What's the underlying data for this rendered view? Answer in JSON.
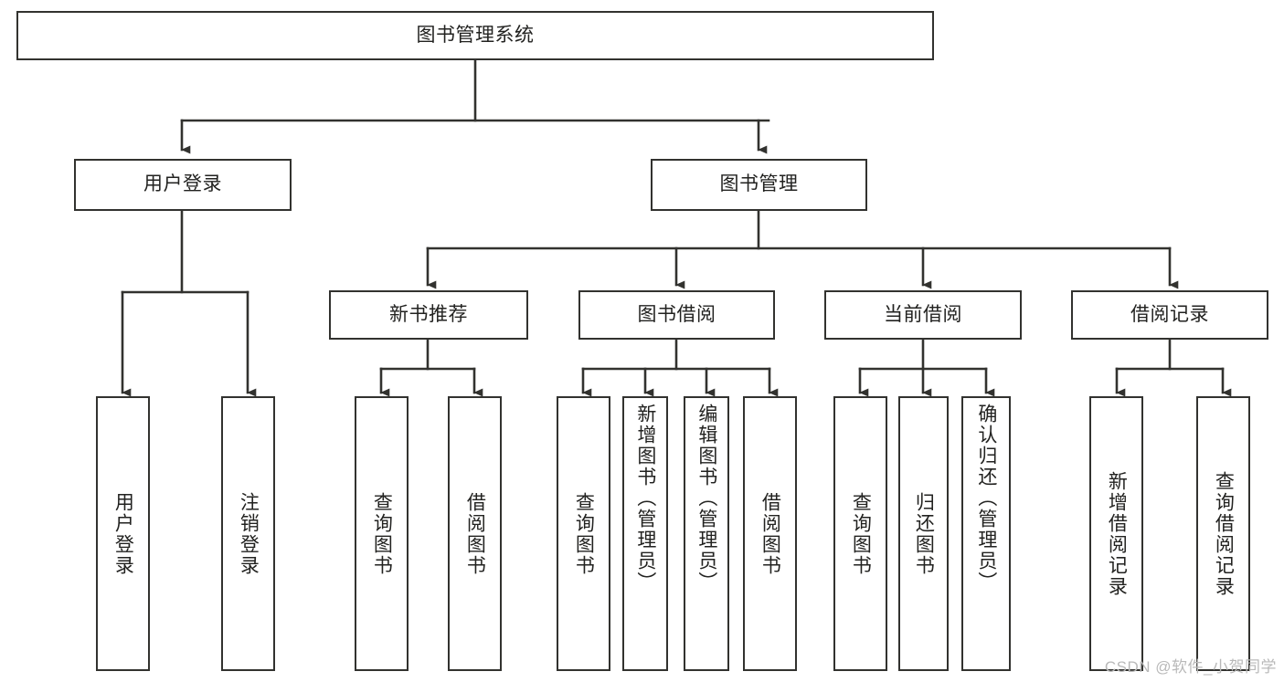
{
  "diagram": {
    "title": "图书管理系统",
    "type": "tree-hierarchy",
    "colors": {
      "box_stroke": "#32322f",
      "box_fill": "#ffffff",
      "edge_stroke": "#32322f",
      "text": "#222220",
      "watermark": "#b9b9b9",
      "canvas": "#ffffff"
    },
    "root": {
      "label": "图书管理系统"
    },
    "level2": [
      {
        "label": "用户登录"
      },
      {
        "label": "图书管理"
      }
    ],
    "level3": [
      {
        "label": "新书推荐"
      },
      {
        "label": "图书借阅"
      },
      {
        "label": "当前借阅"
      },
      {
        "label": "借阅记录"
      }
    ],
    "leaves": {
      "user_login": [
        {
          "label": "用户登录"
        },
        {
          "label": "注销登录"
        }
      ],
      "new_book_recommend": [
        {
          "label": "查询图书"
        },
        {
          "label": "借阅图书"
        }
      ],
      "book_borrow": [
        {
          "label": "查询图书"
        },
        {
          "label": "新增图书（管理员）"
        },
        {
          "label": "编辑图书（管理员）"
        },
        {
          "label": "借阅图书"
        }
      ],
      "current_borrow": [
        {
          "label": "查询图书"
        },
        {
          "label": "归还图书"
        },
        {
          "label": "确认归还（管理员）"
        }
      ],
      "borrow_records": [
        {
          "label": "新增借阅记录"
        },
        {
          "label": "查询借阅记录"
        }
      ]
    },
    "watermark": "CSDN @软件_小贺同学"
  }
}
